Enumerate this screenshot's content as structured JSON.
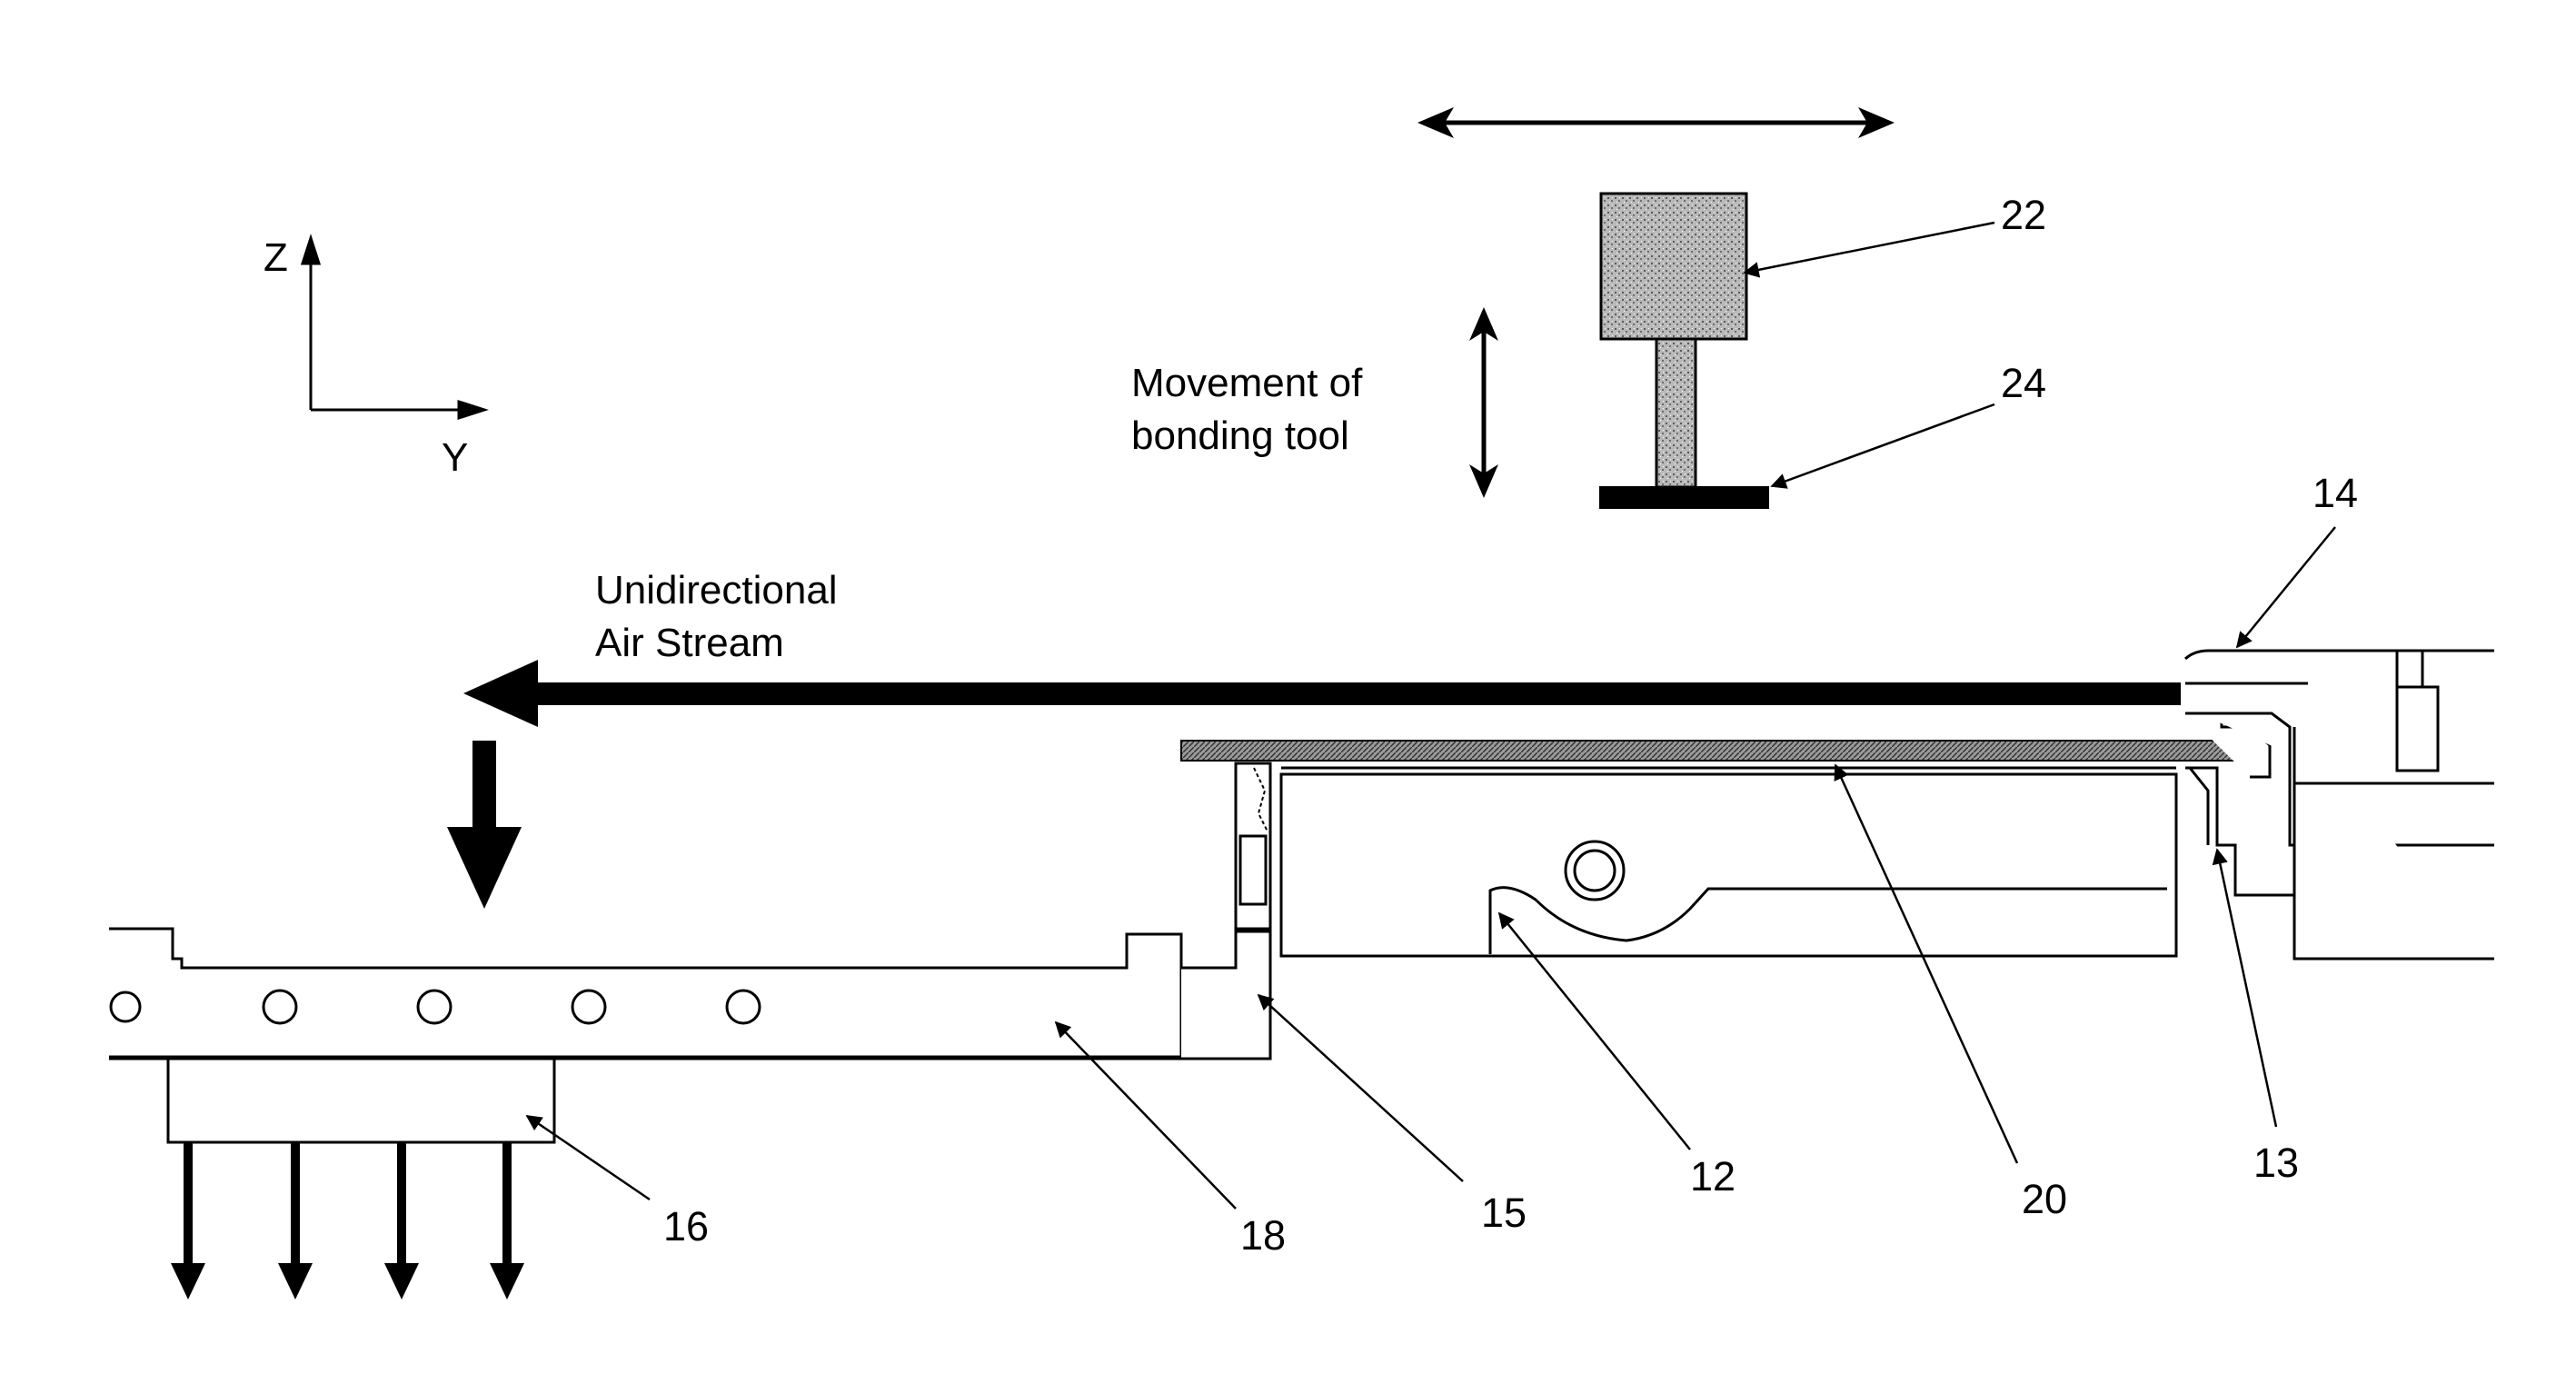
{
  "axes": {
    "z_label": "Z",
    "y_label": "Y"
  },
  "labels": {
    "bonding_tool_movement": [
      "Movement of",
      "bonding tool"
    ],
    "air_stream": [
      "Unidirectional",
      "Air Stream"
    ]
  },
  "reference_numerals": {
    "r22": "22",
    "r24": "24",
    "r14": "14",
    "r16": "16",
    "r18": "18",
    "r15": "15",
    "r12": "12",
    "r20": "20",
    "r13": "13"
  },
  "colors": {
    "ink": "#000000",
    "speckle": "#8c8c8c",
    "paper": "#ffffff"
  }
}
